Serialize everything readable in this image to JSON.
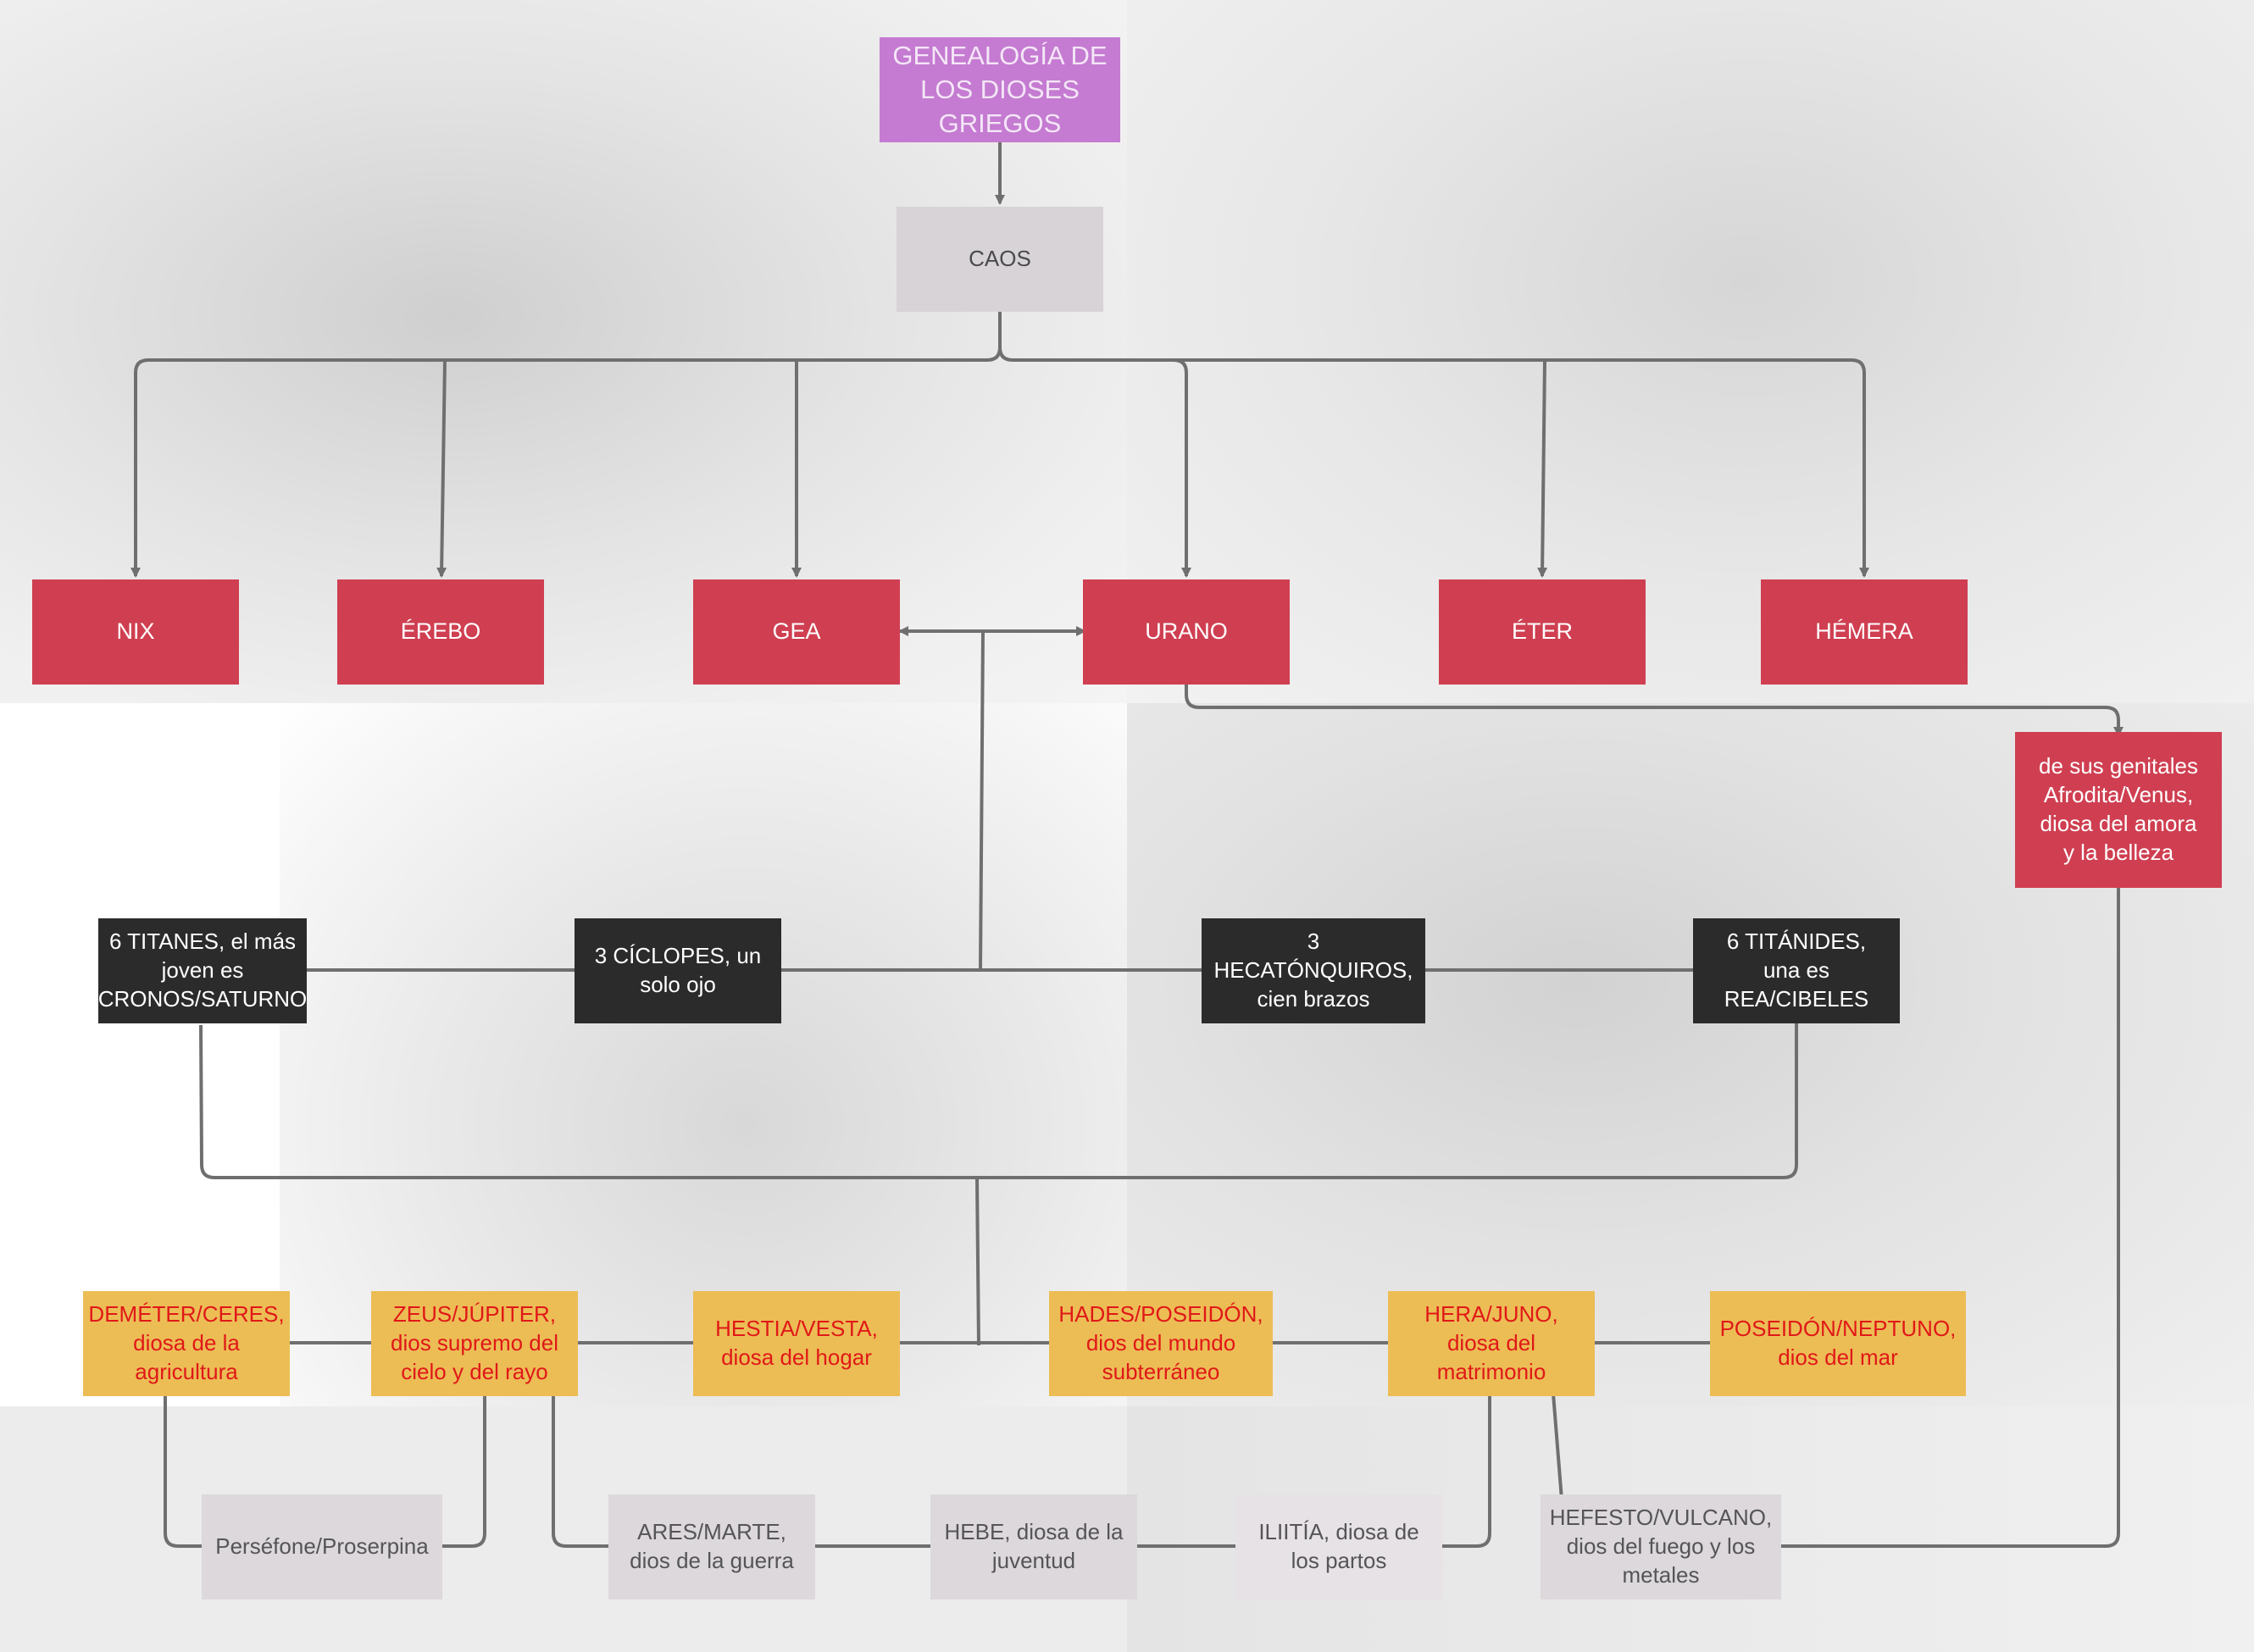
{
  "title": "GENEALOGÍA DE LOS DIOSES GRIEGOS",
  "caos": "CAOS",
  "primordials": {
    "nix": "NIX",
    "erebo": "ÉREBO",
    "gea": "GEA",
    "urano": "URANO",
    "eter": "ÉTER",
    "hemera": "HÉMERA"
  },
  "afrodita": "de sus genitales Afrodita/Venus, diosa del amora y la belleza",
  "offspring": {
    "titanes": "6 TITANES, el más joven es CRONOS/SATURNO",
    "ciclopes": "3 CÍCLOPES, un solo ojo",
    "hecatonquiros": "3 HECATÓNQUIROS, cien brazos",
    "titanides": "6 TITÁNIDES, una es REA/CIBELES"
  },
  "olympians": {
    "demeter": "DEMÉTER/CERES, diosa de la agricultura",
    "zeus": "ZEUS/JÚPITER, dios supremo del cielo y del rayo",
    "hestia": "HESTIA/VESTA, diosa del hogar",
    "hades": "HADES/POSEIDÓN, dios del mundo subterráneo",
    "hera": "HERA/JUNO, diosa del matrimonio",
    "poseidon": "POSEIDÓN/NEPTUNO, dios del mar"
  },
  "descendants": {
    "persefone": "Perséfone/Proserpina",
    "ares": "ARES/MARTE, dios de la guerra",
    "hebe": "HEBE, diosa de la juventud",
    "ilitia": "ILIITÍA, diosa de los partos",
    "hefesto": "HEFESTO/VULCANO, dios del fuego y los metales"
  },
  "colors": {
    "title": "#c47bd1",
    "caos": "#d7d3d7",
    "primordial": "#cf3f51",
    "offspring": "#2b2b2b",
    "olympian": "#ecbd55",
    "olympian_text": "#e01818",
    "descendant": "#dcd8dc",
    "connector": "#6f6f6f"
  }
}
